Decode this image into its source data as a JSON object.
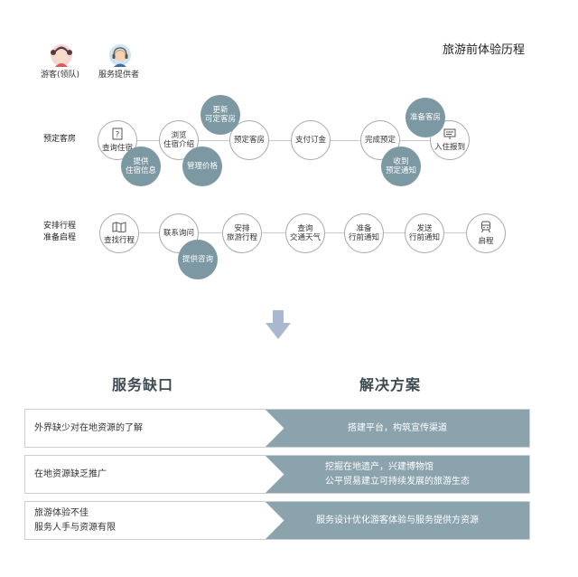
{
  "title": "旅游前体验历程",
  "personas": {
    "tourist": "游客(领队)",
    "provider": "服务提供者"
  },
  "rows": {
    "row1": "预定客房",
    "row2_line1": "安排行程",
    "row2_line2": "准备启程"
  },
  "row1_nodes": [
    "查询住宿",
    "浏览",
    "住宿介绍",
    "预定客房",
    "支付订金",
    "完成预定",
    "入住报到"
  ],
  "row1_bubbles": [
    "更新",
    "可定客房",
    "提供",
    "住宿信息",
    "管理价格",
    "准备客房",
    "收到",
    "预定通知"
  ],
  "row2_nodes": [
    "查找行程",
    "联系询问",
    "安排",
    "旅游行程",
    "查询",
    "交通天气",
    "准备",
    "行前通知",
    "发送",
    "行前通知",
    "启程"
  ],
  "row2_bubbles": [
    "提供咨询"
  ],
  "gap_heading": "服务缺口",
  "solution_heading": "解决方案",
  "table": [
    {
      "gap": [
        "外界缺少对在地资源的了解"
      ],
      "solution": [
        "搭建平台，构筑宣传渠道"
      ]
    },
    {
      "gap": [
        "在地资源缺乏推广"
      ],
      "solution": [
        "挖掘在地遗产，兴建博物馆",
        "公平贸易建立可持续发展的旅游生态"
      ]
    },
    {
      "gap": [
        "旅游体验不佳",
        "服务人手与资源有限"
      ],
      "solution": [
        "服务设计优化游客体验与服务提供方资源"
      ]
    }
  ],
  "colors": {
    "accent": "#7c98a2",
    "solution_bg": "#8aa3ad",
    "arrow": "#a9b7cf",
    "heading": "#3e4a52"
  }
}
